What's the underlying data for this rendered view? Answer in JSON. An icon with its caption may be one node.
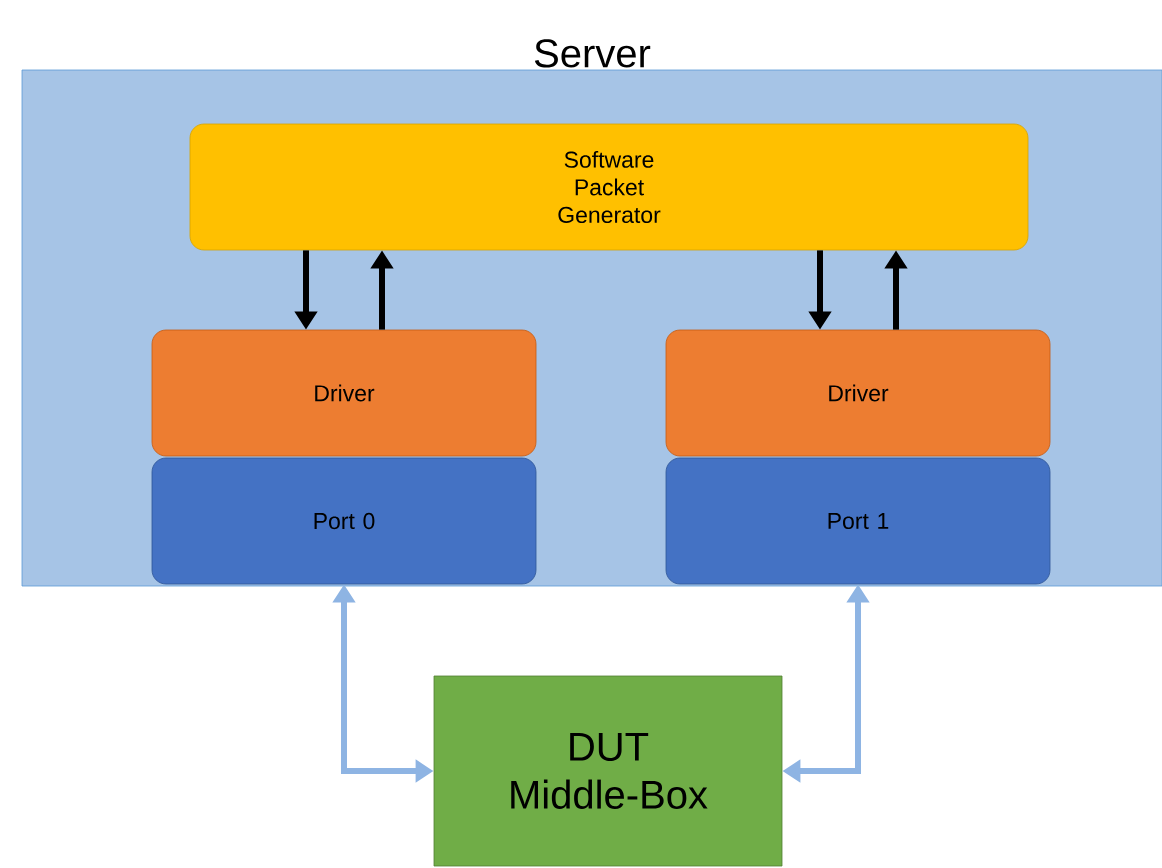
{
  "diagram": {
    "nodes": [
      {
        "text": [
          "Server"
        ]
      },
      {
        "text": [
          "Software Packet Generator"
        ],
        "in": 0
      },
      {
        "text": [
          "Driver"
        ],
        "in": 0
      },
      {
        "text": [
          "Port 0"
        ],
        "in": 0
      },
      {
        "text": [
          "Driver"
        ],
        "in": 0
      },
      {
        "text": [
          "Port 1"
        ],
        "in": 0
      },
      {
        "text": [
          "DUT Middle-Box"
        ]
      }
    ],
    "edges": [
      {
        "from": 1,
        "to": 2,
        "arrow": "to"
      },
      {
        "from": 2,
        "to": 1,
        "arrow": "to"
      },
      {
        "from": 1,
        "to": 4,
        "arrow": "to"
      },
      {
        "from": 4,
        "to": 1,
        "arrow": "to"
      },
      {
        "from": 6,
        "to": 3,
        "arrow": "both",
        "color": "#8eb4e3"
      },
      {
        "from": 6,
        "to": 5,
        "arrow": "both",
        "color": "#8eb4e3"
      }
    ]
  }
}
